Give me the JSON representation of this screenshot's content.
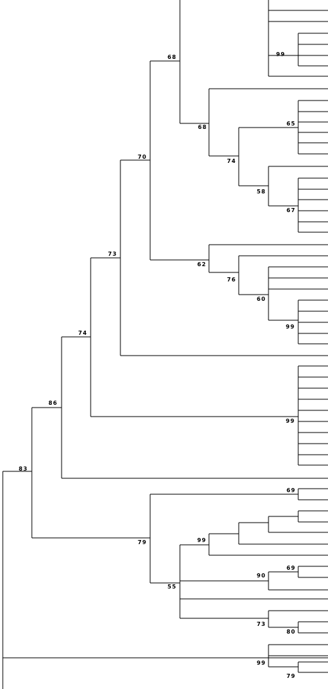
{
  "tree": {
    "type": "phylogenetic-tree",
    "line_color": "#000000",
    "background": "#ffffff",
    "support_values": [
      {
        "id": "n68a",
        "value": "68"
      },
      {
        "id": "n99a",
        "value": "99"
      },
      {
        "id": "n68b",
        "value": "68"
      },
      {
        "id": "n65",
        "value": "65"
      },
      {
        "id": "n70",
        "value": "70"
      },
      {
        "id": "n74a",
        "value": "74"
      },
      {
        "id": "n58",
        "value": "58"
      },
      {
        "id": "n67",
        "value": "67"
      },
      {
        "id": "n73a",
        "value": "73"
      },
      {
        "id": "n62",
        "value": "62"
      },
      {
        "id": "n76",
        "value": "76"
      },
      {
        "id": "n60",
        "value": "60"
      },
      {
        "id": "n99b",
        "value": "99"
      },
      {
        "id": "n74b",
        "value": "74"
      },
      {
        "id": "n86",
        "value": "86"
      },
      {
        "id": "n99c",
        "value": "99"
      },
      {
        "id": "n83",
        "value": "83"
      },
      {
        "id": "n69a",
        "value": "69"
      },
      {
        "id": "n79a",
        "value": "79"
      },
      {
        "id": "n99d",
        "value": "99"
      },
      {
        "id": "n69b",
        "value": "69"
      },
      {
        "id": "n90",
        "value": "90"
      },
      {
        "id": "n55",
        "value": "55"
      },
      {
        "id": "n73b",
        "value": "73"
      },
      {
        "id": "n80",
        "value": "80"
      },
      {
        "id": "n99e",
        "value": "99"
      },
      {
        "id": "n79b",
        "value": "79"
      }
    ]
  }
}
